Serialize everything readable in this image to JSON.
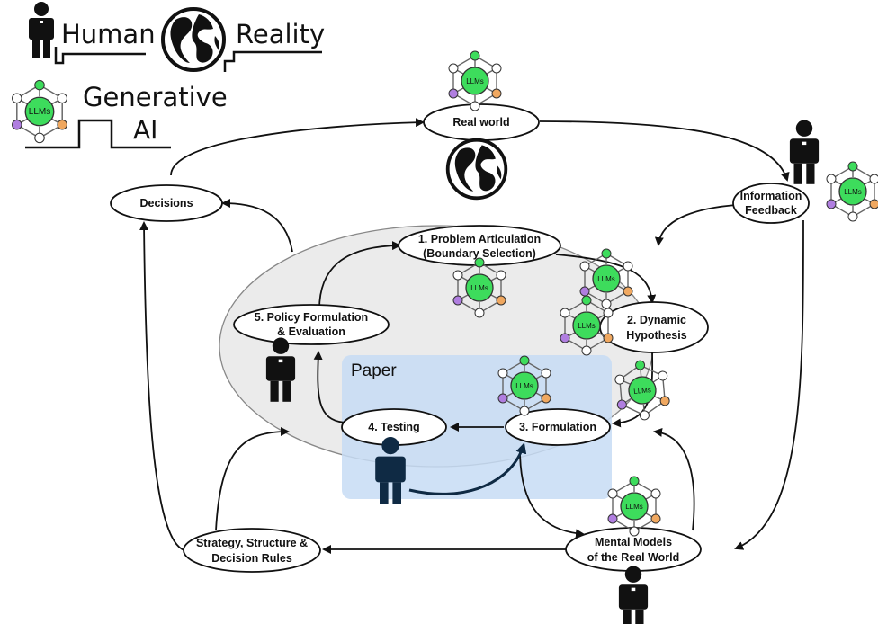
{
  "legend": {
    "human": "Human",
    "reality": "Reality",
    "generative_line1": "Generative",
    "generative_line2": "AI"
  },
  "llm_label": "LLMs",
  "paper_label": "Paper",
  "nodes": {
    "real_world": "Real world",
    "decisions": "Decisions",
    "info_feedback_1": "Information",
    "info_feedback_2": "Feedback",
    "problem_1": "1. Problem Articulation",
    "problem_2": "(Boundary Selection)",
    "dynamic_1": "2. Dynamic",
    "dynamic_2": "Hypothesis",
    "formulation": "3. Formulation",
    "testing": "4. Testing",
    "policy_1": "5. Policy Formulation",
    "policy_2": "& Evaluation",
    "strategy_1": "Strategy, Structure &",
    "strategy_2": "Decision Rules",
    "mental_1": "Mental Models",
    "mental_2": "of the Real World"
  },
  "colors": {
    "llm_green": "#3ddc5c",
    "llm_purple": "#b07ee0",
    "llm_orange": "#f0a860",
    "paper_fill": "#c7dcf4",
    "cycle_fill": "#ebebeb"
  },
  "icons": [
    "person-icon",
    "globe-icon",
    "llm-network-icon"
  ]
}
